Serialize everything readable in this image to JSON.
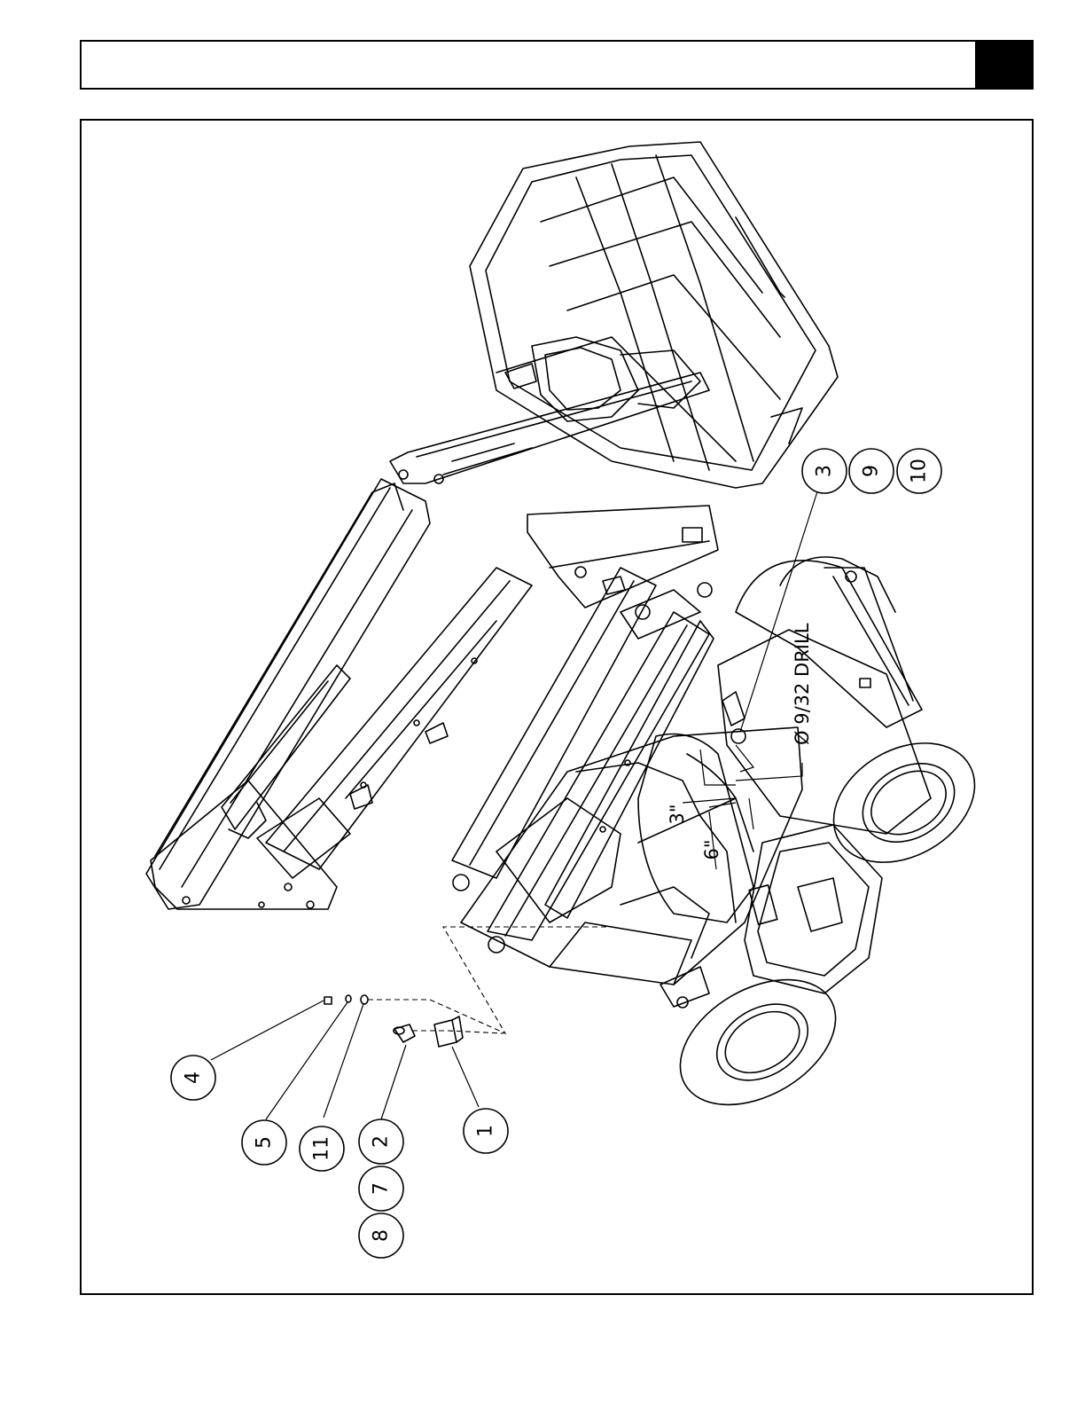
{
  "callouts": {
    "c1": "1",
    "c2": "2",
    "c3": "3",
    "c4": "4",
    "c5": "5",
    "c7": "7",
    "c8": "8",
    "c9": "9",
    "c10": "10",
    "c11": "11"
  },
  "notes": {
    "drill": "Ø 9/32 DRILL",
    "dim_3": "3\"",
    "dim_6": "6\""
  }
}
